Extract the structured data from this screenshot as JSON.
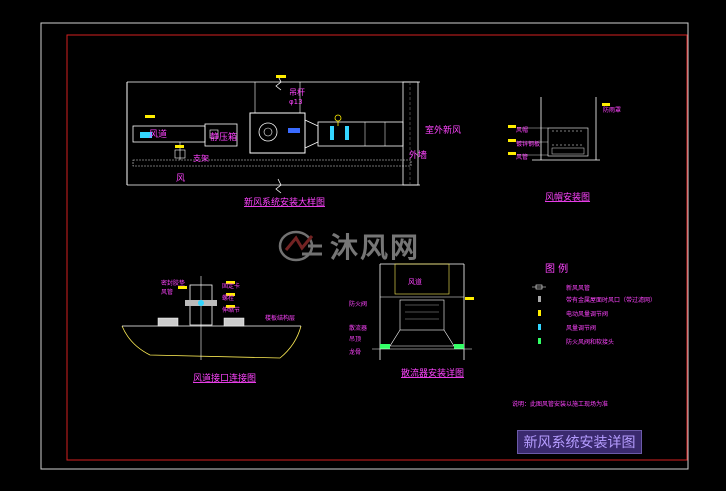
{
  "drawing": {
    "title": "新风系统安装详图",
    "watermark": "沐风网"
  },
  "main_detail": {
    "caption": "新风系统安装大样图",
    "labels": {
      "duct": "风道",
      "static_box": "静压箱",
      "outdoor_fresh_air": "室外新风",
      "outer_wall": "外墙",
      "hanger": "吊杆",
      "hanger_dia": "φ13",
      "fan": "风",
      "support": "支架"
    }
  },
  "cap_detail": {
    "caption": "风帽安装图",
    "labels": [
      "防雨罩",
      "风帽",
      "镀锌钢板",
      "风管"
    ]
  },
  "pipe_detail": {
    "caption": "风道接口连接图",
    "labels": [
      "密封胶垫",
      "风管",
      "固定卡",
      "螺栓",
      "伸缩节",
      "楼板结构层"
    ]
  },
  "diffuser_detail": {
    "caption": "散流器安装详图",
    "labels": {
      "duct": "风道",
      "a": "防火阀",
      "b": "散流器",
      "c": "吊顶",
      "d": "龙骨"
    }
  },
  "legend": {
    "title": "图  例",
    "items": [
      "新风风管",
      "带有金属屋面时风口（带过滤网）",
      "电动风量调节阀",
      "风量调节阀",
      "防火风阀和软接头"
    ],
    "note": "说明：此图风管安装以施工现场为准"
  }
}
